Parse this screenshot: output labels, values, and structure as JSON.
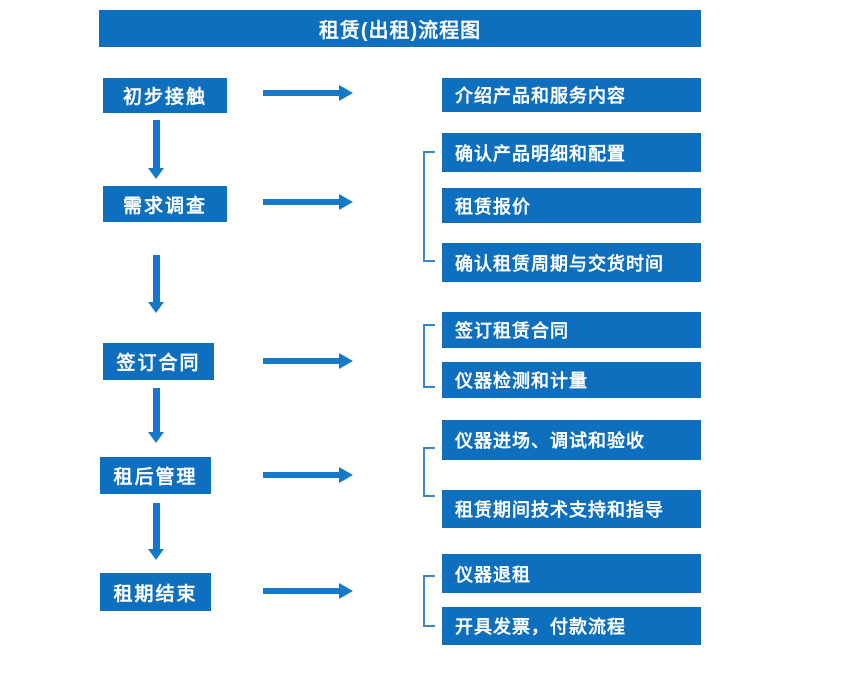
{
  "title": "租赁(出租)流程图",
  "colors": {
    "box_fill": "#0d6fbe",
    "arrow": "#1678c8",
    "bracket": "#3a85c4",
    "text": "#ffffff",
    "background": "#ffffff"
  },
  "steps": [
    {
      "label": "初步接触",
      "details": [
        "介绍产品和服务内容"
      ]
    },
    {
      "label": "需求调查",
      "details": [
        "确认产品明细和配置",
        "租赁报价",
        "确认租赁周期与交货时间"
      ]
    },
    {
      "label": "签订合同",
      "details": [
        "签订租赁合同",
        "仪器检测和计量"
      ]
    },
    {
      "label": "租后管理",
      "details": [
        "仪器进场、调试和验收",
        "租赁期间技术支持和指导"
      ]
    },
    {
      "label": "租期结束",
      "details": [
        "仪器退租",
        "开具发票，付款流程"
      ]
    }
  ]
}
